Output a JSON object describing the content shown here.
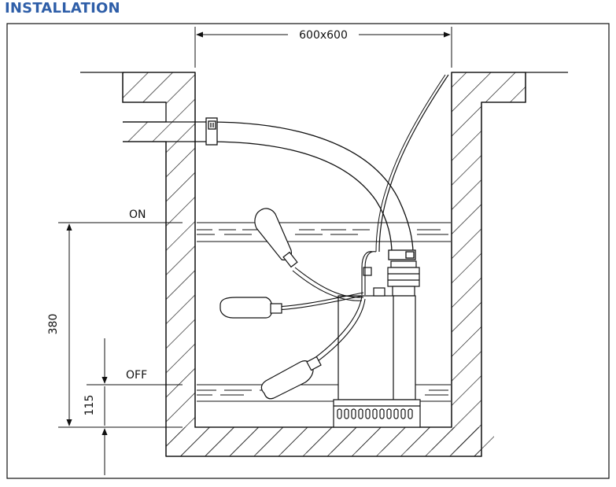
{
  "heading": "INSTALLATION",
  "diagram": {
    "pit_size_label": "600x600",
    "level_on_label": "ON",
    "level_off_label": "OFF",
    "height_total_label": "380",
    "height_bottom_label": "115"
  },
  "colors": {
    "heading": "#2e5ea8",
    "line": "#111111"
  }
}
